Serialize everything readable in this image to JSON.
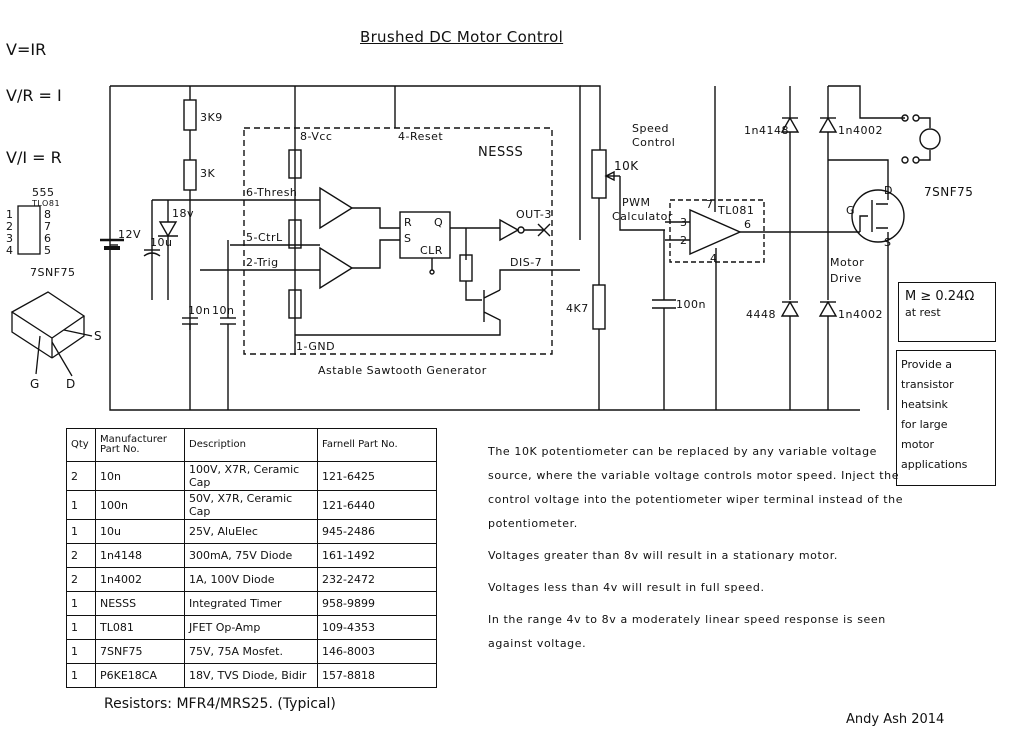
{
  "title": "Brushed DC Motor Control",
  "equations": [
    "V=IR",
    "V/R = I",
    "V/I = R"
  ],
  "pinout": {
    "ic_name": "555",
    "ic_sub": "TLO81",
    "left_pins": [
      "1",
      "2",
      "3",
      "4"
    ],
    "right_pins": [
      "8",
      "7",
      "6",
      "5"
    ],
    "mosfet_name": "7SNF75",
    "pins": [
      "G",
      "D",
      "S"
    ]
  },
  "schematic": {
    "supply": "12V",
    "r_top": "3K9",
    "r_mid": "3K",
    "zener": "18v",
    "cap_10u": "10u",
    "cap_10n_a": "10n",
    "cap_10n_b": "10n",
    "ic_label": "NESSS",
    "pin8": "8-Vcc",
    "pin4": "4-Reset",
    "pin6": "6-Thresh",
    "pin5": "5-CtrL",
    "pin2": "2-Trig",
    "pin1": "1-GND",
    "pin3": "OUT-3",
    "pin7": "DIS-7",
    "ff_r": "R",
    "ff_s": "S",
    "ff_q": "Q",
    "ff_clr": "CLR",
    "block_label": "Astable Sawtooth Generator",
    "speed_control": [
      "Speed",
      "Control"
    ],
    "pot": "10K",
    "r_4k7": "4K7",
    "pwm": [
      "PWM",
      "Calculator"
    ],
    "cap_100n": "100n",
    "opamp_label": "TL081",
    "opamp_pins": [
      "7",
      "3",
      "2",
      "6",
      "4"
    ],
    "d_top1": "1n4148",
    "d_top2": "1n4002",
    "d_bot1": "4448",
    "d_bot2": "1n4002",
    "motor_drive": [
      "Motor",
      "Drive"
    ],
    "mosfet_label": "7SNF75",
    "mosfet_pins": [
      "D",
      "G",
      "S"
    ]
  },
  "motor_res": [
    "M ≥ 0.24Ω",
    "at rest"
  ],
  "heatsink_note": [
    "Provide a",
    "transistor",
    "heatsink",
    "for large",
    "motor",
    "applications"
  ],
  "bom": {
    "headers": [
      "Qty",
      "Manufacturer Part No.",
      "Description",
      "Farnell Part No."
    ],
    "rows": [
      [
        "2",
        "10n",
        "100V, X7R, Ceramic Cap",
        "121-6425"
      ],
      [
        "1",
        "100n",
        "50V, X7R, Ceramic Cap",
        "121-6440"
      ],
      [
        "1",
        "10u",
        "25V, AluElec",
        "945-2486"
      ],
      [
        "2",
        "1n4148",
        "300mA, 75V Diode",
        "161-1492"
      ],
      [
        "2",
        "1n4002",
        "1A, 100V Diode",
        "232-2472"
      ],
      [
        "1",
        "NESSS",
        "Integrated Timer",
        "958-9899"
      ],
      [
        "1",
        "TL081",
        "JFET Op-Amp",
        "109-4353"
      ],
      [
        "1",
        "7SNF75",
        "75V, 75A Mosfet.",
        "146-8003"
      ],
      [
        "1",
        "P6KE18CA",
        "18V, TVS Diode, Bidir",
        "157-8818"
      ]
    ]
  },
  "resistors_note": "Resistors: MFR4/MRS25. (Typical)",
  "notes": [
    "The 10K potentiometer can be replaced by any variable voltage source, where the variable voltage controls motor speed. Inject the control voltage into the potentiometer wiper terminal instead of the potentiometer.",
    "Voltages greater than 8v will result in a stationary motor.",
    "Voltages less than 4v will result in full speed.",
    "In the range 4v to 8v a moderately linear speed response is seen against voltage."
  ],
  "signature": "Andy Ash 2014"
}
